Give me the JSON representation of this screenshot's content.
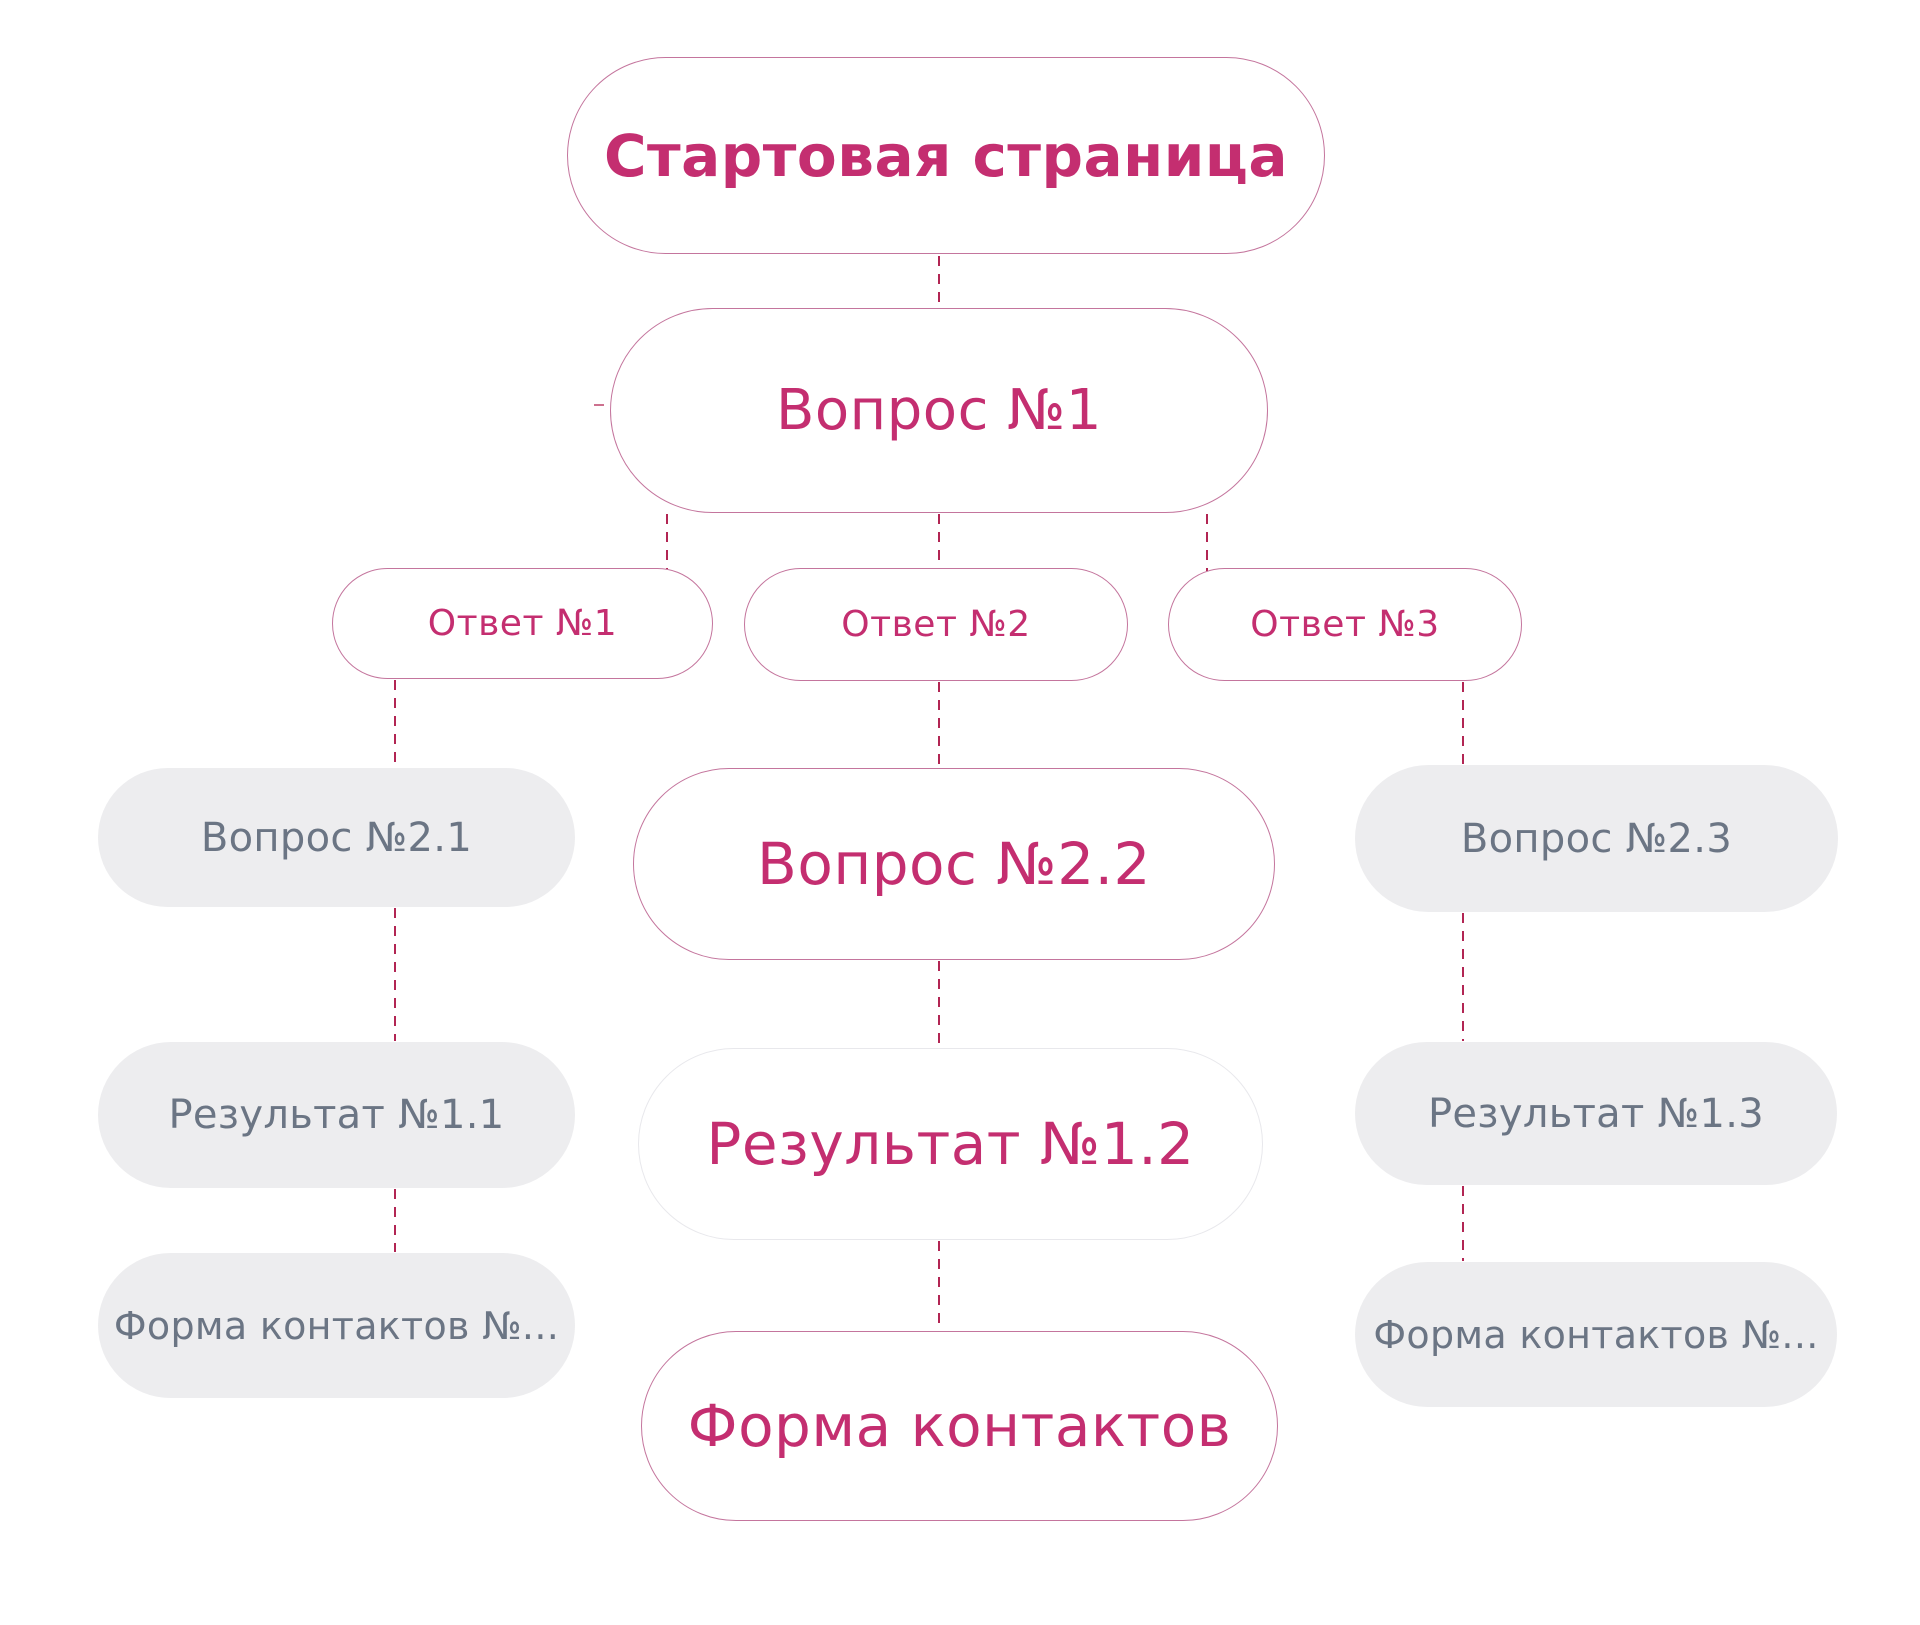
{
  "diagram": {
    "type": "quiz-funnel-flowchart",
    "nodes": {
      "start_page": {
        "label": "Стартовая страница",
        "style": "accent-outline"
      },
      "question_1": {
        "label": "Вопрос №1",
        "style": "accent-outline"
      },
      "answer_1": {
        "label": "Ответ №1",
        "style": "accent-outline"
      },
      "answer_2": {
        "label": "Ответ №2",
        "style": "accent-outline"
      },
      "answer_3": {
        "label": "Ответ №3",
        "style": "accent-outline"
      },
      "question_2_1": {
        "label": "Вопрос №2.1",
        "style": "muted-gray"
      },
      "question_2_2": {
        "label": "Вопрос №2.2",
        "style": "accent-outline"
      },
      "question_2_3": {
        "label": "Вопрос №2.3",
        "style": "muted-gray"
      },
      "result_1_1": {
        "label": "Результат №1.1",
        "style": "muted-gray"
      },
      "result_1_2": {
        "label": "Результат №1.2",
        "style": "subtle-outline"
      },
      "result_1_3": {
        "label": "Результат №1.3",
        "style": "muted-gray"
      },
      "contact_form_left": {
        "label": "Форма контактов №...",
        "style": "muted-gray"
      },
      "contact_form_center": {
        "label": "Форма контактов",
        "style": "accent-outline"
      },
      "contact_form_right": {
        "label": "Форма контактов №...",
        "style": "muted-gray"
      }
    },
    "edges": [
      {
        "from": "start_page",
        "to": "question_1"
      },
      {
        "from": "question_1",
        "to": "answer_1"
      },
      {
        "from": "question_1",
        "to": "answer_2"
      },
      {
        "from": "question_1",
        "to": "answer_3"
      },
      {
        "from": "answer_1",
        "to": "question_2_1"
      },
      {
        "from": "answer_2",
        "to": "question_2_2"
      },
      {
        "from": "answer_3",
        "to": "question_2_3"
      },
      {
        "from": "question_2_1",
        "to": "result_1_1"
      },
      {
        "from": "question_2_2",
        "to": "result_1_2"
      },
      {
        "from": "question_2_3",
        "to": "result_1_3"
      },
      {
        "from": "result_1_1",
        "to": "contact_form_left"
      },
      {
        "from": "result_1_2",
        "to": "contact_form_center"
      },
      {
        "from": "result_1_3",
        "to": "contact_form_right"
      }
    ],
    "edge_style": "dashed-vertical",
    "colors": {
      "accent_text": "#c42e70",
      "accent_border": "#c4759d",
      "subtle_border": "#e8e8ec",
      "connector": "#b22553",
      "muted_bg": "#ededef",
      "muted_text": "#6b7584",
      "background": "#ffffff"
    }
  }
}
